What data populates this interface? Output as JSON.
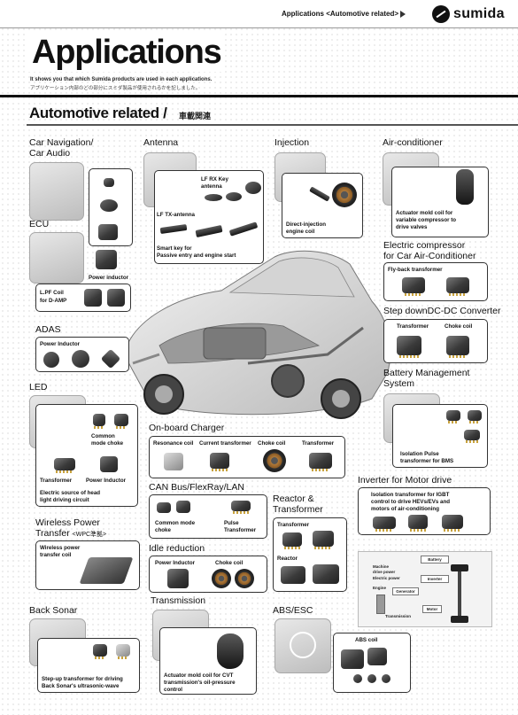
{
  "header": {
    "breadcrumb": "Applications <Automotive related>",
    "brand": "sumida",
    "title": "Applications",
    "lead_en": "It shows you that which Sumida products are used in each applications.",
    "lead_jp": "アプリケーション内部のどの部分にスミダ製品が使用されるかを記しました。",
    "section_title": "Automotive related",
    "section_slash": "/",
    "section_jp": "車載関連"
  },
  "categories": {
    "car_nav": {
      "title_1": "Car Navigation/",
      "title_2": "Car Audio"
    },
    "ecu": {
      "title": "ECU",
      "power_inductor": "Power inductor",
      "lpf_1": "L.PF Coil",
      "lpf_2": "for D-AMP"
    },
    "antenna": {
      "title": "Antenna",
      "lf_rx_1": "LF RX Key",
      "lf_rx_2": "antenna",
      "lf_tx": "LF TX-antenna",
      "smart_1": "Smart key for",
      "smart_2": "Passive entry and engine start"
    },
    "injection": {
      "title": "Injection",
      "label_1": "Direct-injection",
      "label_2": "engine coil"
    },
    "aircon": {
      "title": "Air-conditioner",
      "label_1": "Actuator mold coil for",
      "label_2": "variable compressor to",
      "label_3": "drive valves"
    },
    "compressor": {
      "title_1": "Electric compressor",
      "title_2": "for Car Air-Conditioner",
      "flyback": "Fly-back transformer"
    },
    "stepdown": {
      "title": "Step downDC-DC Converter",
      "transformer": "Transformer",
      "choke": "Choke coil"
    },
    "adas": {
      "title": "ADAS",
      "power_inductor": "Power Inductor"
    },
    "led": {
      "title": "LED",
      "common_1": "Common",
      "common_2": "mode choke",
      "transformer": "Transformer",
      "power_inductor": "Power Inductor",
      "desc_1": "Electric source of head",
      "desc_2": "light driving circuit"
    },
    "bms": {
      "title_1": "Battery Management",
      "title_2": "System",
      "label_1": "Isolation Pulse",
      "label_2": "transformer for BMS"
    },
    "onboard": {
      "title": "On-board Charger",
      "resonance": "Resonance coil",
      "current": "Current transformer",
      "choke": "Choke coil",
      "transformer": "Transformer"
    },
    "canbus": {
      "title": "CAN Bus/FlexRay/LAN",
      "common_1": "Common mode",
      "common_2": "choke",
      "pulse_1": "Pulse",
      "pulse_2": "Transformer"
    },
    "wireless": {
      "title_1": "Wireless Power",
      "title_2": "Transfer",
      "title_sub": "<WPC準拠>",
      "label_1": "Wireless power",
      "label_2": "transfer coil"
    },
    "idle": {
      "title": "Idle reduction",
      "power_inductor": "Power Inductor",
      "choke": "Choke coil"
    },
    "reactor": {
      "title_1": "Reactor &",
      "title_2": "Transformer",
      "transformer": "Transformer",
      "reactor": "Reactor"
    },
    "inverter": {
      "title": "Inverter for Motor drive",
      "label_1": "Isolation transformer for IGBT",
      "label_2": "control to drive HEVs/EVs and",
      "label_3": "motors of air-conditioning",
      "diagram": {
        "battery": "Battery",
        "machine_1": "Machine",
        "machine_2": "drive power",
        "electric": "Electric power",
        "inverter": "Inverter",
        "engine": "Engine",
        "generator": "Generator",
        "motor": "Motor",
        "transmission": "Transmission"
      }
    },
    "sonar": {
      "title": "Back Sonar",
      "label_1": "Step-up transformer for driving",
      "label_2": "Back Sonar's ultrasonic-wave"
    },
    "transmission": {
      "title": "Transmission",
      "label_1": "Actuator mold coil for CVT",
      "label_2": "transmission's oil-pressure",
      "label_3": "control"
    },
    "abs": {
      "title": "ABS/ESC",
      "label": "ABS coil"
    }
  },
  "colors": {
    "ink": "#111111",
    "panel": "#ffffff",
    "photo": "#c8c8c8",
    "copper": "#b07a3a"
  }
}
